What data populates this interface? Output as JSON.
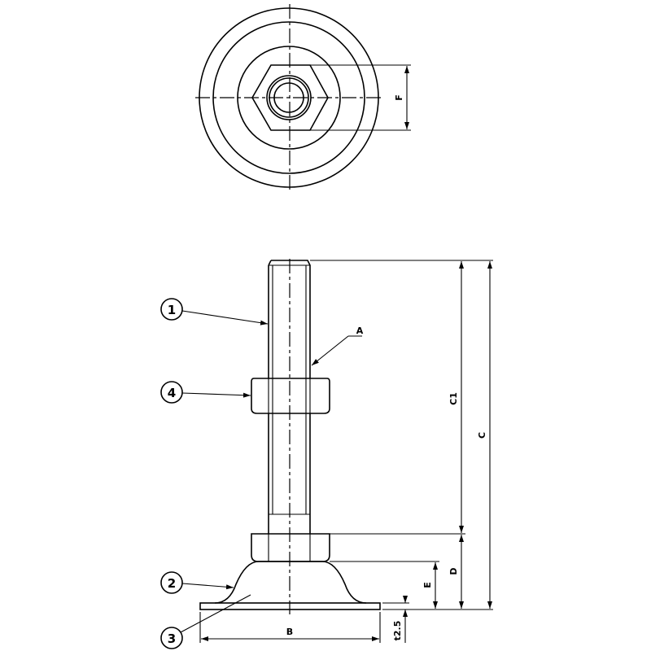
{
  "dimensions": {
    "F": "F",
    "A": "A",
    "C1": "C1",
    "C": "C",
    "D": "D",
    "E": "E",
    "B": "B",
    "t": "t2.5"
  },
  "callouts": [
    "1",
    "2",
    "3",
    "4"
  ],
  "colors": {
    "line": "#000000",
    "background": "#ffffff"
  }
}
